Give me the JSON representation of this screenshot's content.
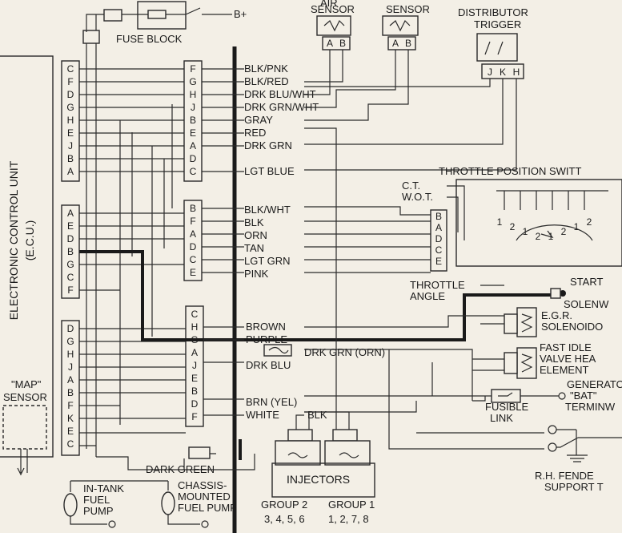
{
  "title_labels": {
    "fuse_block": "FUSE BLOCK",
    "b_plus": "B+",
    "air_sensor_line1": "AIR",
    "air_sensor_line2": "SENSOR",
    "coolant_sensor_line2": "SENSOR",
    "distributor_line1": "DISTRIBUTOR",
    "distributor_line2": "TRIGGER",
    "throttle_position_switch": "THROTTLE POSITION SWITT",
    "ecu_line1": "ELECTRONIC CONTROL UNIT",
    "ecu_line2": "(E.C.U.)",
    "map_sensor_line1": "\"MAP\"",
    "map_sensor_line2": "SENSOR",
    "ct": "C.T.",
    "wot": "W.O.T.",
    "throttle_angle_line1": "THROTTLE",
    "throttle_angle_line2": "ANGLE",
    "start": "START",
    "solenoid_cut": "SOLENW",
    "egr_line1": "E.G.R.",
    "egr_line2": "SOLENOIDO",
    "fast_idle_line1": "FAST IDLE",
    "fast_idle_line2": "VALVE HEA",
    "fast_idle_line3": "ELEMENT",
    "generator_line1": "GENERATO",
    "generator_line2": "\"BAT\"",
    "generator_line3": "TERMINW",
    "fusible_line1": "FUSIBLE",
    "fusible_line2": "LINK",
    "dark_green": "DARK GREEN",
    "in_tank_line1": "IN-TANK",
    "in_tank_line2": "FUEL",
    "in_tank_line3": "PUMP",
    "chassis_line1": "CHASSIS-",
    "chassis_line2": "MOUNTED",
    "chassis_line3": "FUEL PUMP",
    "injectors": "INJECTORS",
    "group2_line1": "GROUP 2",
    "group2_line2": "3, 4, 5, 6",
    "group1_line1": "GROUP 1",
    "group1_line2": "1, 2, 7, 8",
    "rh_fender_line1": "R.H. FENDE",
    "rh_fender_line2": "SUPPORT T"
  },
  "wire_colors": [
    "BLK/PNK",
    "BLK/RED",
    "DRK BLU/WHT",
    "DRK GRN/WHT",
    "GRAY",
    "RED",
    "DRK GRN",
    "LGT BLUE",
    "BLK/WHT",
    "BLK",
    "ORN",
    "TAN",
    "LGT GRN",
    "PINK",
    "BROWN",
    "PURPLE",
    "DRK GRN (ORN)",
    "DRK BLU",
    "BRN (YEL)",
    "WHITE",
    "BLK"
  ],
  "connector_pins": {
    "ecu_block1": [
      "C",
      "F",
      "D",
      "G",
      "H",
      "E",
      "J",
      "B",
      "A"
    ],
    "ecu_block2": [
      "A",
      "E",
      "D",
      "B",
      "G",
      "C",
      "F"
    ],
    "ecu_block3": [
      "D",
      "G",
      "H",
      "J",
      "A",
      "B",
      "F",
      "K",
      "E",
      "C"
    ],
    "mid_block1": [
      "F",
      "G",
      "H",
      "J",
      "B",
      "E",
      "A",
      "D",
      "C"
    ],
    "mid_block2": [
      "B",
      "F",
      "A",
      "D",
      "C",
      "E"
    ],
    "mid_block3": [
      "C",
      "H",
      "G",
      "A",
      "J",
      "E",
      "B",
      "D",
      "F"
    ],
    "air_sensor": [
      "A",
      "B"
    ],
    "coolant_sensor": [
      "A",
      "B"
    ],
    "distributor": [
      "J",
      "K",
      "H"
    ],
    "tps": [
      "B",
      "A",
      "D",
      "C",
      "E"
    ]
  },
  "tps_contacts": [
    "1",
    "2",
    "1",
    "2",
    "1",
    "2",
    "1",
    "2"
  ],
  "colors": {
    "background": "#f3efe6",
    "ink": "#1a1a1a",
    "harness": "#1a1a1a"
  }
}
